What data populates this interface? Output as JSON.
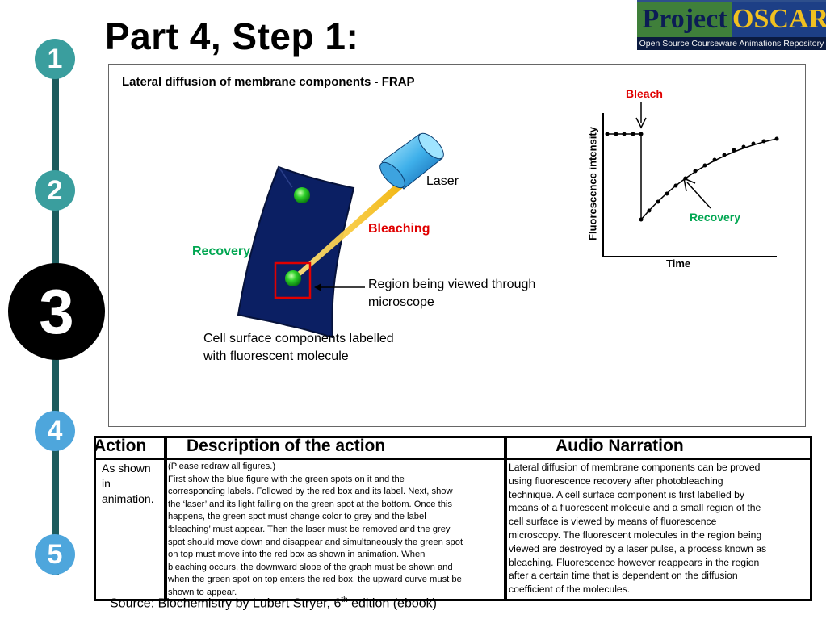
{
  "title": "Part 4, Step 1:",
  "logo": {
    "word1": "Project",
    "word2": "OSCAR",
    "subtitle": "Open Source Courseware Animations Repository"
  },
  "steps": [
    "1",
    "2",
    "3",
    "4",
    "5"
  ],
  "active_step": "3",
  "colors": {
    "step_teal": "#3a9e9e",
    "step_blue": "#4ea6dc",
    "timeline": "#1c5c5e",
    "cell_blue": "#0b1f63",
    "bleach_red": "#e00000",
    "recovery_green": "#00a651",
    "laser_beam": "#f5c000"
  },
  "diagram": {
    "heading": "Lateral diffusion of membrane components - FRAP",
    "laser_label": "Laser",
    "bleaching_label": "Bleaching",
    "recovery_label": "Recovery",
    "region_label_line1": "Region being viewed through",
    "region_label_line2": "microscope",
    "cell_label_line1": "Cell surface components labelled",
    "cell_label_line2": "with fluorescent molecule"
  },
  "graph": {
    "bleach_label": "Bleach",
    "y_axis_label": "Fluorescence intensity",
    "x_axis_label": "Time",
    "recovery_label": "Recovery"
  },
  "table": {
    "headers": [
      "Action",
      "Description of the action",
      "Audio Narration"
    ],
    "action_text": [
      "As shown",
      "in",
      "animation."
    ],
    "description_lines": [
      "(Please redraw all figures.)",
      "First show the blue figure with the green spots on it and the",
      "corresponding labels.  Followed by the red box and its label. Next, show",
      "the ‘laser’ and its light falling on the green spot at the bottom. Once this",
      "happens, the green spot must change color to grey and the label",
      "‘bleaching’ must appear. Then the laser must be removed and the grey",
      "spot should move down and disappear and simultaneously the green spot",
      "on top must move into the red box as shown in animation. When",
      "bleaching occurs, the downward slope of the graph must be shown and",
      "when the green spot on top enters the red box, the upward curve must be",
      "shown to appear."
    ],
    "narration_lines": [
      "Lateral diffusion of membrane components can be proved",
      "using fluorescence recovery after photobleaching",
      "technique. A cell surface component is first labelled by",
      "means of a fluorescent molecule and a small region of the",
      "cell surface is viewed by means of fluorescence",
      "microscopy. The fluorescent molecules in the region being",
      "viewed are destroyed by a laser pulse, a process known as",
      "bleaching. Fluorescence however reappears in the region",
      "after a certain time that is dependent on the diffusion",
      "coefficient of the molecules."
    ]
  },
  "source": {
    "prefix": "Source: Biochemistry by Lubert Stryer, 6",
    "sup": "th",
    "suffix": " edition (ebook)"
  }
}
